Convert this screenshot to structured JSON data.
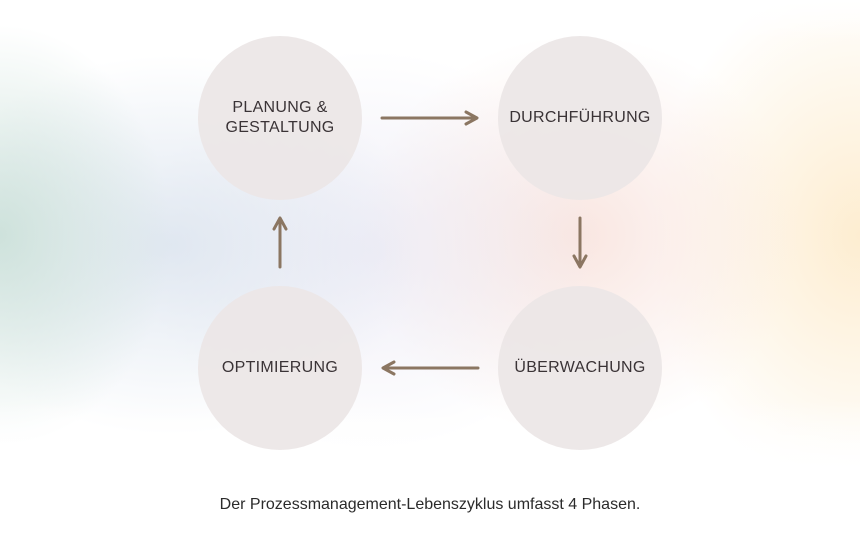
{
  "diagram": {
    "phases": [
      {
        "label": "PLANUNG &\nGESTALTUNG"
      },
      {
        "label": "DURCHFÜHRUNG"
      },
      {
        "label": "ÜBERWACHUNG"
      },
      {
        "label": "OPTIMIERUNG"
      }
    ],
    "arrow_color": "#8b7662",
    "circle_color": "#ece6e6",
    "caption": "Der Prozessmanagement-Lebenszyklus umfasst 4 Phasen."
  }
}
